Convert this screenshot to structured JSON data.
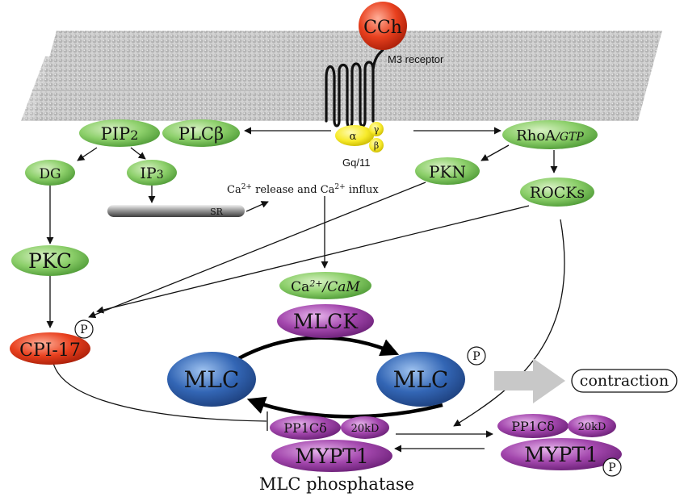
{
  "ligand": "CCh",
  "receptor_label": "M3 receptor",
  "gprotein": {
    "alpha": "α",
    "gamma": "γ",
    "beta": "β",
    "label": "Gq/11"
  },
  "pip2": "PIP",
  "pip2_sub": "2",
  "plcb": "PLCβ",
  "rhoa": "RhoA",
  "rhoa_sub": "/GTP",
  "pkn": "PKN",
  "rocks": "ROCKs",
  "dg": "DG",
  "ip3": "IP",
  "ip3_sub": "3",
  "sr": "SR",
  "ca_release": {
    "a": "Ca",
    "sup1": "2+",
    "b": " release and Ca",
    "sup2": "2+",
    "c": " influx"
  },
  "pkc": "PKC",
  "cacam": {
    "ca": "Ca",
    "sup": "2+",
    "rest": "/CaM"
  },
  "mlck": "MLCK",
  "cpi17": "CPI-17",
  "phospho": "P",
  "mlc_left": "MLC",
  "mlc_right": "MLC",
  "contraction": "contraction",
  "pp1c_left": "PP1Cδ",
  "kd20_left": "20kD",
  "mypt1_left": "MYPT1",
  "pp1c_right": "PP1Cδ",
  "kd20_right": "20kD",
  "mypt1_right": "MYPT1",
  "caption": "MLC phosphatase",
  "colors": {
    "green": "#7cc560",
    "purple": "#9a3fa6",
    "blue": "#2f64b0",
    "red": "#e0361a"
  }
}
